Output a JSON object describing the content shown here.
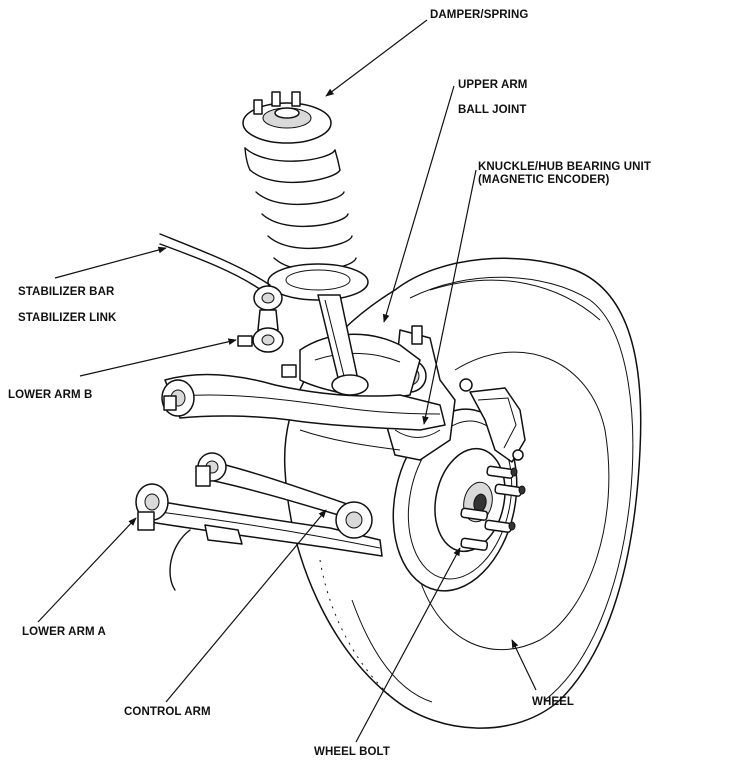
{
  "labels": {
    "damper_spring": "DAMPER/SPRING",
    "upper_arm": "UPPER ARM",
    "ball_joint": "BALL JOINT",
    "knuckle_line1": "KNUCKLE/HUB BEARING UNIT",
    "knuckle_line2": "(MAGNETIC ENCODER)",
    "stabilizer_bar": "STABILIZER BAR",
    "stabilizer_link": "STABILIZER LINK",
    "lower_arm_b": "LOWER ARM B",
    "lower_arm_a": "LOWER ARM A",
    "control_arm": "CONTROL ARM",
    "wheel": "WHEEL",
    "wheel_bolt": "WHEEL BOLT"
  }
}
